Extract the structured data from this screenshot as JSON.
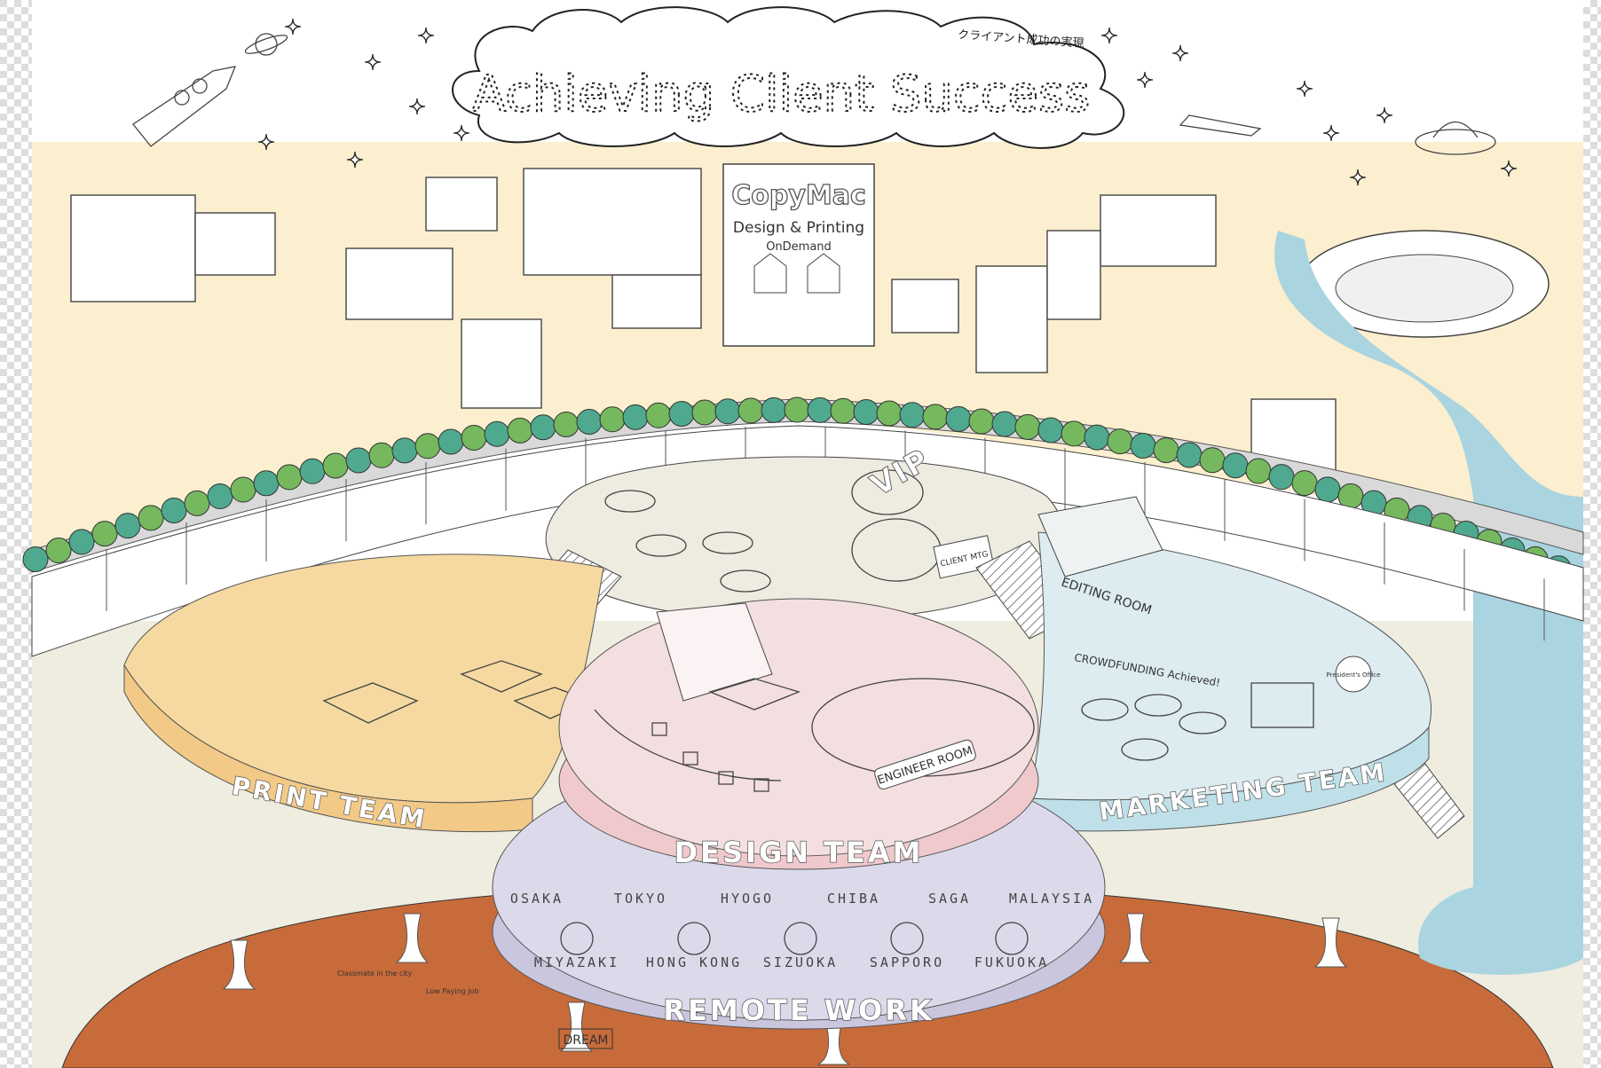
{
  "title": "Achieving Client Success",
  "subtitle_jp": "クライアント成功の実現",
  "shop": {
    "brand": "CopyMac",
    "tagline": "Design & Printing",
    "tagline2": "OnDemand"
  },
  "zones": {
    "print": "PRINT TEAM",
    "design": "DESIGN TEAM",
    "marketing": "MARKETING TEAM",
    "remote": "REMOTE WORK"
  },
  "rooms": {
    "engineer": "ENGINEER ROOM",
    "editing": "EDITING ROOM",
    "vip": "VIP",
    "client_mtg": "CLIENT MTG",
    "president": "President's Office",
    "crowdfunding": "CROWDFUNDING Achieved!"
  },
  "remote_cities": [
    "OSAKA",
    "MIYAZAKI",
    "TOKYO",
    "HONG KONG",
    "HYOGO",
    "SIZUOKA",
    "CHIBA",
    "SAPPORO",
    "SAGA",
    "FUKUOKA",
    "MALAYSIA"
  ],
  "floor_notes": {
    "dream": "DREAM",
    "low_paying": "Low Paying Job",
    "classmate": "Classmate in the city"
  },
  "colors": {
    "town": "#fbefcf",
    "road": "#d9d9d9",
    "tree_dark": "#4fa98f",
    "tree_light": "#76b85e",
    "print": "#f5d9a0",
    "design": "#f3dfe0",
    "marketing": "#dcecf0",
    "remote": "#dcdaea",
    "lounge": "#eeebe0",
    "floor": "#c86b3a",
    "basement": "#efece0",
    "river": "#a9d4e0"
  }
}
